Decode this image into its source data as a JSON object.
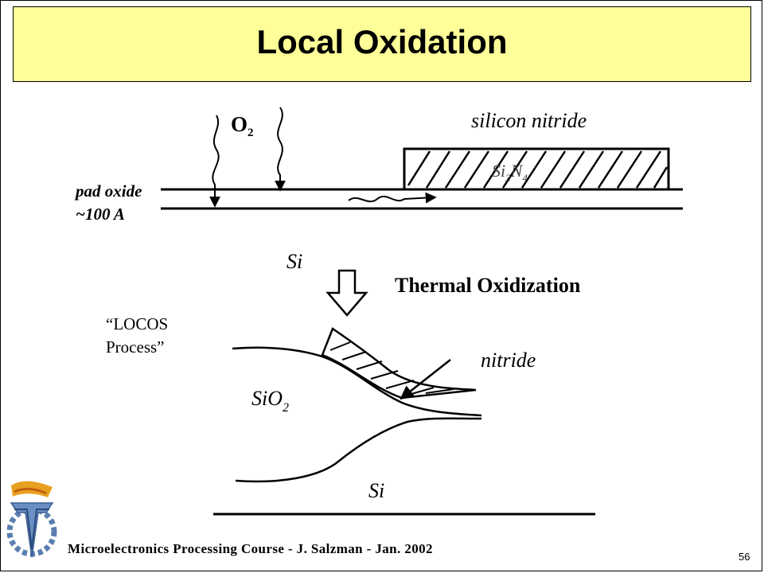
{
  "slide": {
    "title": "Local Oxidation",
    "footer": "Microelectronics Processing Course - J. Salzman - Jan. 2002",
    "page_number": "56"
  },
  "diagram_top": {
    "o2_base": "O",
    "o2_sub": "2",
    "nitride_label": "silicon nitride",
    "si3n4_a": "Si",
    "si3n4_a_sub": "3",
    "si3n4_b": "N",
    "si3n4_b_sub": "4",
    "pad_oxide_label": "pad oxide",
    "thickness_label": "~100 A",
    "si_label": "Si"
  },
  "transition": {
    "label": "Thermal Oxidization"
  },
  "diagram_bottom": {
    "locos_line1": "“LOCOS",
    "locos_line2": "Process”",
    "nitride_label": "nitride",
    "sio2_base": "SiO",
    "sio2_sub": "2",
    "si_label": "Si"
  },
  "logo": {
    "name": "technion-logo"
  }
}
